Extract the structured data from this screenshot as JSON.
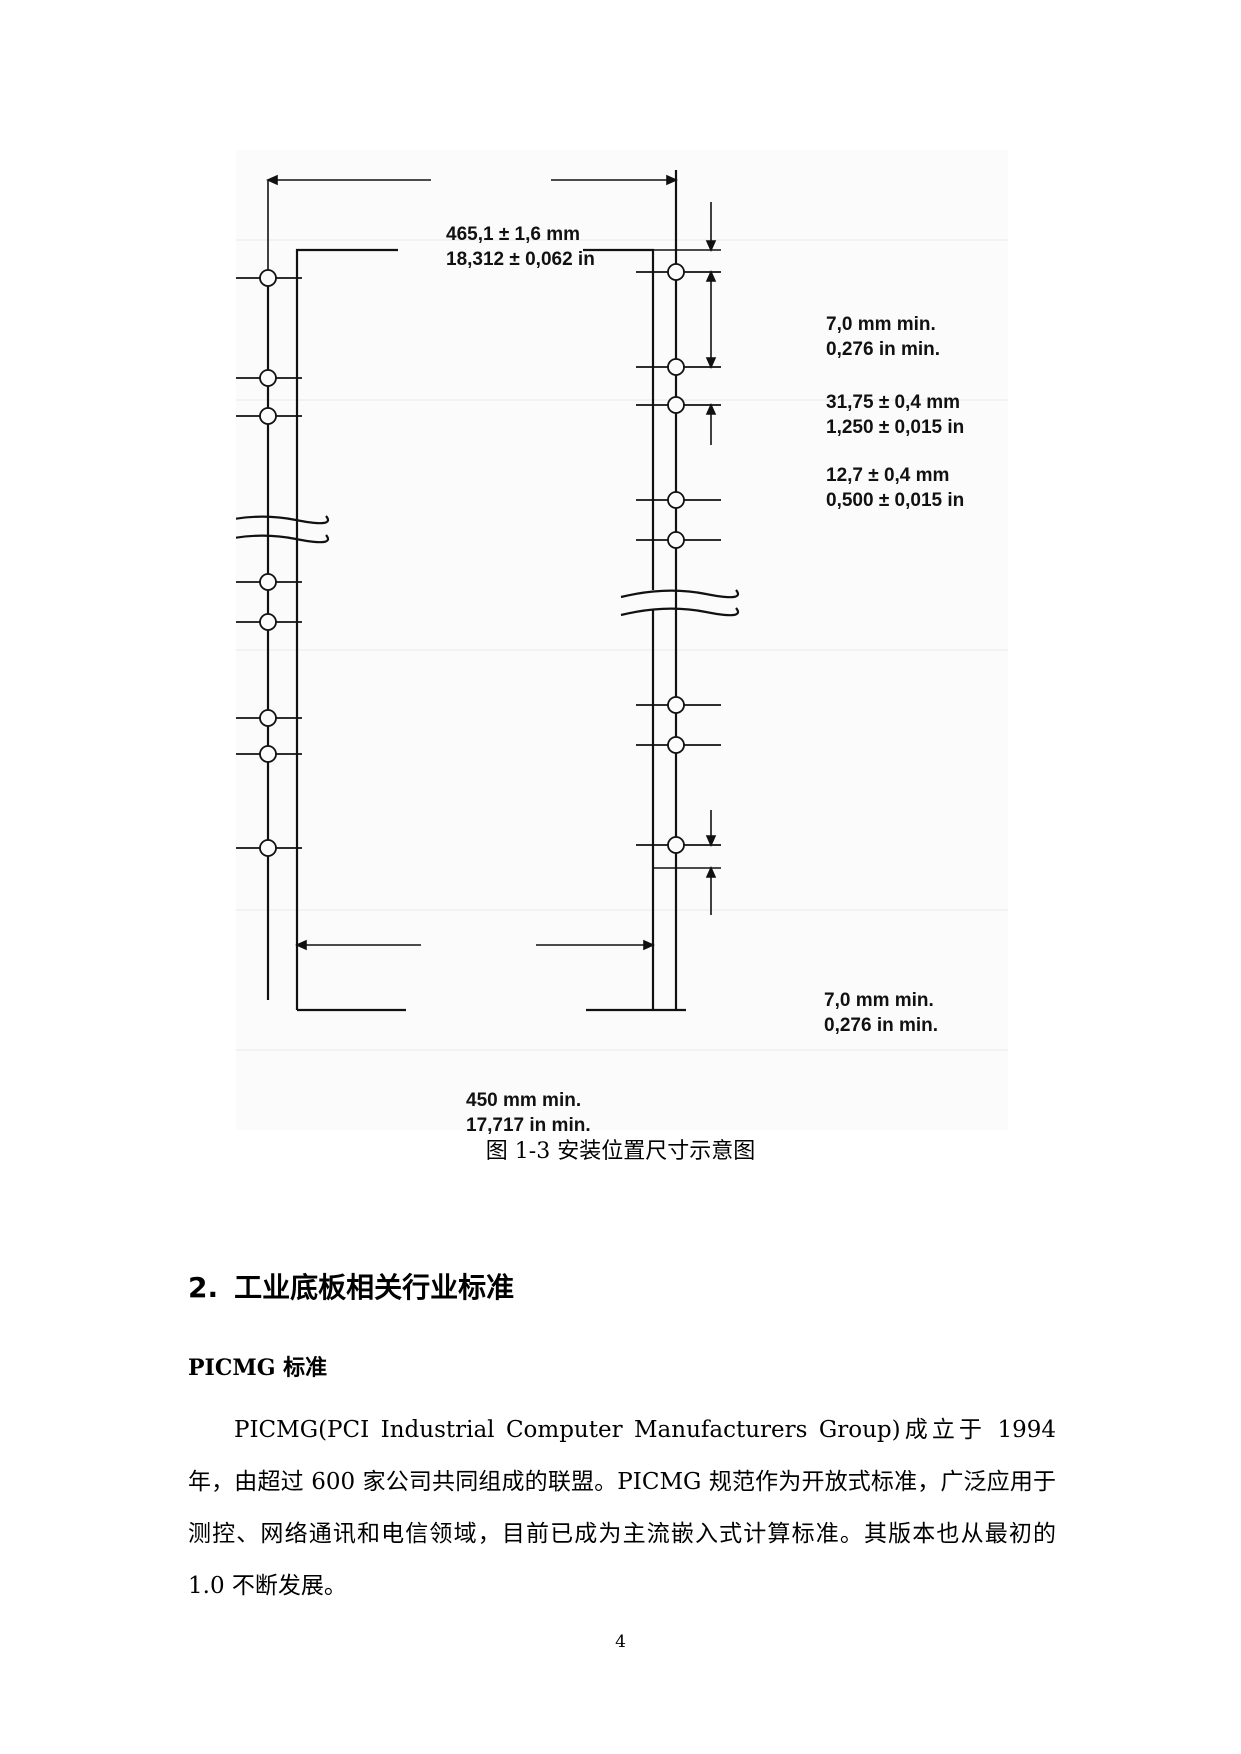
{
  "figure": {
    "dim_top_width": [
      "465,1 ± 1,6 mm",
      "18,312 ± 0,062 in"
    ],
    "dim_top_margin": [
      "7,0 mm min.",
      "0,276 in min."
    ],
    "dim_pitch_large": [
      "31,75 ± 0,4 mm",
      "1,250 ± 0,015 in"
    ],
    "dim_pitch_small": [
      "12,7 ± 0,4 mm",
      "0,500 ± 0,015 in"
    ],
    "dim_bottom_margin": [
      "7,0 mm min.",
      "0,276 in min."
    ],
    "dim_inner_width": [
      "450 mm min.",
      "17,717 in min."
    ],
    "caption": "图 1-3 安装位置尺寸示意图"
  },
  "section": {
    "number": "2.",
    "title": "工业底板相关行业标准",
    "subheading": "PICMG 标准",
    "paragraph": "PICMG(PCI Industrial Computer Manufacturers Group)成立于 1994 年，由超过 600 家公司共同组成的联盟。PICMG 规范作为开放式标准，广泛应用于测控、网络通讯和电信领域，目前已成为主流嵌入式计算标准。其版本也从最初的 1.0 不断发展。"
  },
  "page_number": "4"
}
